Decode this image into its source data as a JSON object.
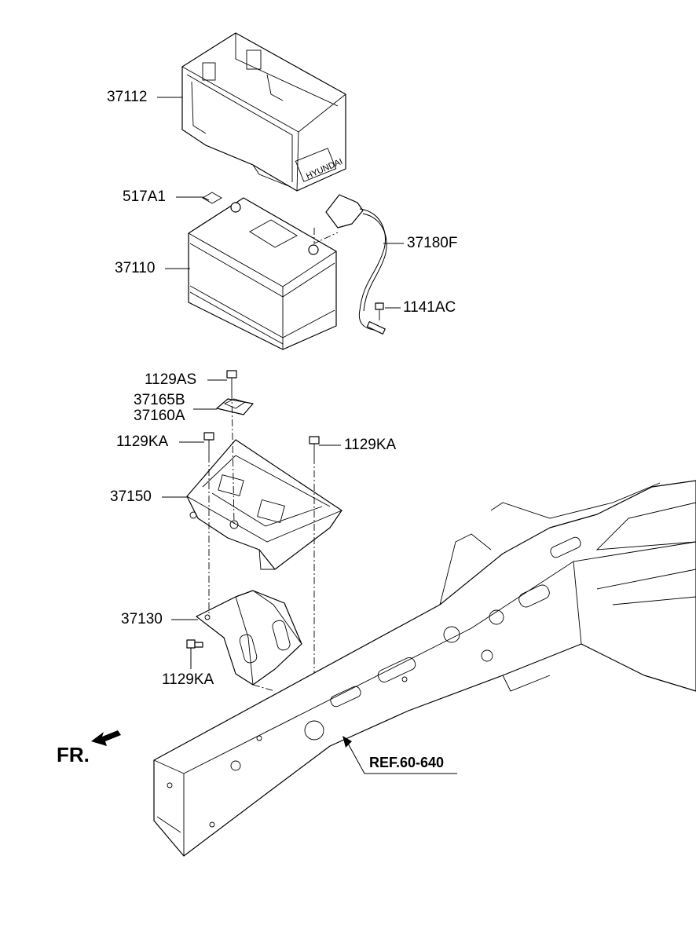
{
  "labels": {
    "tray": "37112",
    "label_sticker": "517A1",
    "battery": "37110",
    "cable": "37180F",
    "bolt_cable": "1141AC",
    "bolt_top": "1129AS",
    "clamp_b": "37165B",
    "clamp_a": "37160A",
    "bolt_left": "1129KA",
    "bolt_right": "1129KA",
    "tray_bracket": "37150",
    "mount_bracket": "37130",
    "bolt_bottom": "1129KA",
    "reference": "REF.60-640",
    "front_indicator": "FR."
  },
  "tray_marking": "HYUNDAI",
  "colors": {
    "line": "#000000",
    "background": "#ffffff"
  }
}
